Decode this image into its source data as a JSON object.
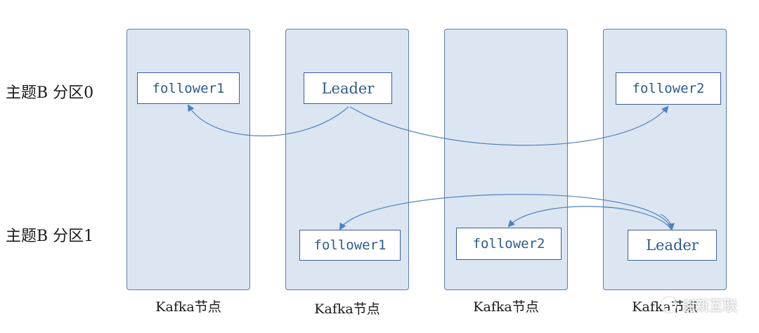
{
  "rows": [
    {
      "label": "主题B  分区0"
    },
    {
      "label": "主题B  分区1"
    }
  ],
  "nodes": [
    {
      "label": "Kafka节点"
    },
    {
      "label": "Kafka节点"
    },
    {
      "label": "Kafka节点"
    },
    {
      "label": "Kafka节点"
    }
  ],
  "partition0": {
    "node1": "follower1",
    "node2": "Leader",
    "node4": "follower2"
  },
  "partition1": {
    "node2": "follower1",
    "node3": "follower2",
    "node4": "Leader"
  },
  "watermark": "创新互联",
  "colors": {
    "node_fill": "#dce6f2",
    "node_border": "#5b7fa8",
    "box_border": "#3b6091",
    "text_blue": "#2f5b8a",
    "arrow": "#4f81bd"
  }
}
